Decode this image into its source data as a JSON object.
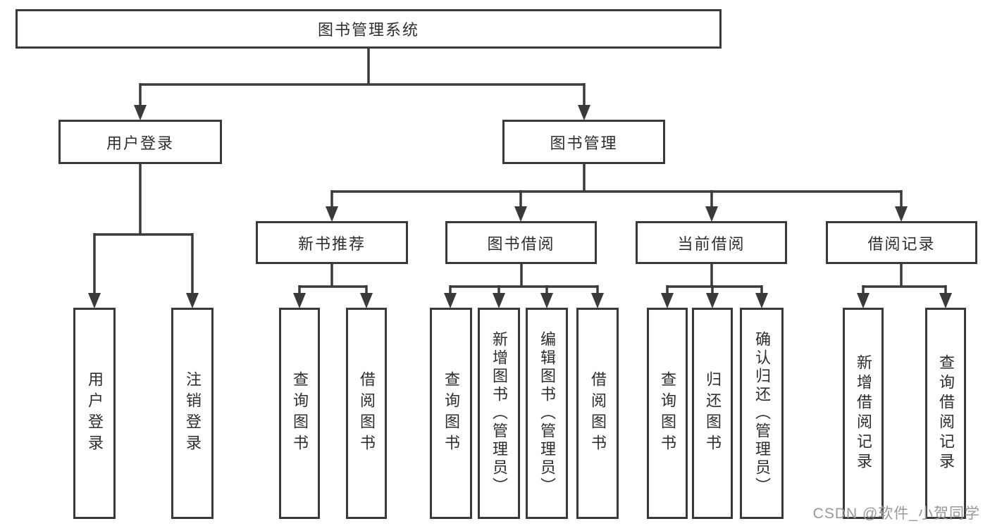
{
  "diagram": {
    "title": "图书管理系统",
    "colors": {
      "line": "#3a3a3a",
      "box_background": "#ffffff",
      "text": "#2e2e2e",
      "watermark": "#9c989a"
    },
    "root": {
      "label": "图书管理系统"
    },
    "level2": [
      {
        "label": "用户登录"
      },
      {
        "label": "图书管理"
      }
    ],
    "level3": [
      {
        "label": "新书推荐"
      },
      {
        "label": "图书借阅"
      },
      {
        "label": "当前借阅"
      },
      {
        "label": "借阅记录"
      }
    ],
    "leaves": {
      "user_login": [
        "用户登录",
        "注销登录"
      ],
      "new_books": [
        "查询图书",
        "借阅图书"
      ],
      "book_borrow": [
        "查询图书",
        "新增图书（管理员）",
        "编辑图书（管理员）",
        "借阅图书"
      ],
      "current_borrow": [
        "查询图书",
        "归还图书",
        "确认归还（管理员）"
      ],
      "borrow_records": [
        "新增借阅记录",
        "查询借阅记录"
      ]
    },
    "watermark": "CSDN @软件_小贺同学"
  }
}
